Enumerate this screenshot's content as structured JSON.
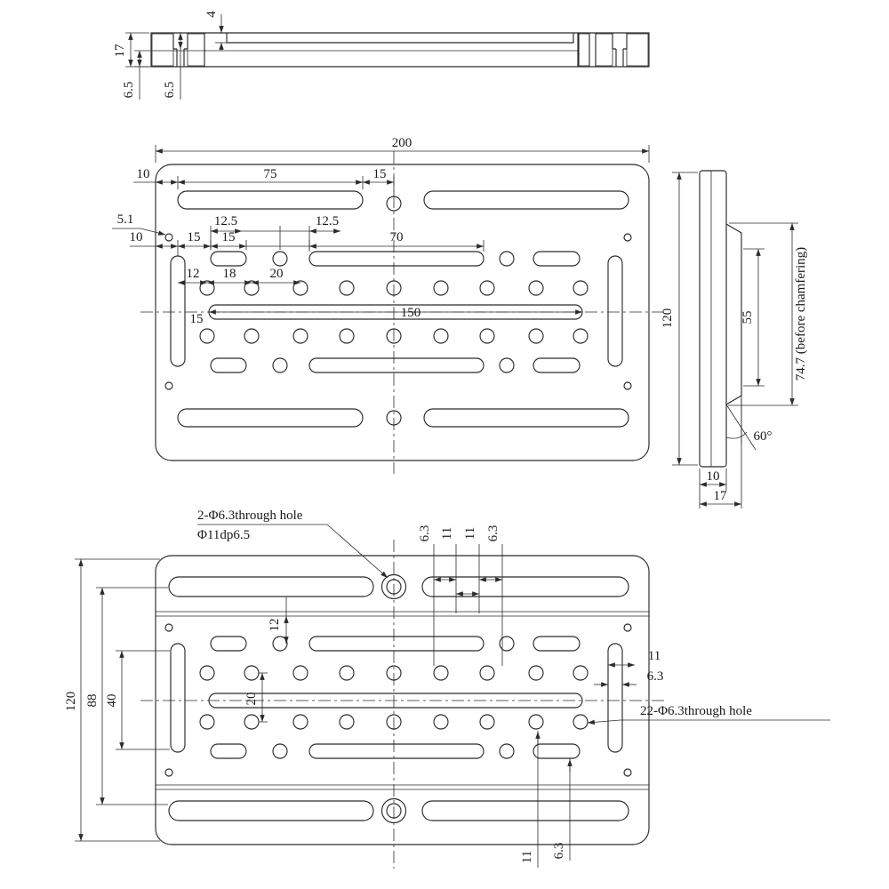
{
  "drawing": {
    "kind": "mechanical-plate-drawing",
    "colors": {
      "background": "#ffffff",
      "line": "#2b2b2b",
      "text": "#1a1a1a"
    }
  },
  "dims": {
    "section": {
      "step": "4",
      "thickness": "17",
      "depth_left": "6.5",
      "depth_right": "6.5"
    },
    "plan": {
      "width": "200",
      "edge_offset": "10",
      "slot_length": "75",
      "slot_to_center": "15",
      "corner_hole": "5.1",
      "offset_left": "12.5",
      "offset_right": "12.5",
      "edge_offset2": "10",
      "pitch1": "15",
      "pitch2": "15",
      "mid_slot": "70",
      "hole_offset": "12",
      "pitch3": "18",
      "pitch4": "20",
      "long_slot": "150",
      "row_offset": "15"
    },
    "side": {
      "height": "120",
      "boss": "55",
      "chamfer_ref": "74.7 (before chamfering)",
      "angle": "60°",
      "body": "10",
      "total": "17"
    },
    "bottom": {
      "cb_note_1": "2-Φ6.3through hole",
      "cb_note_2": "Φ11dp6.5",
      "top1": "6.3",
      "top2": "11",
      "top3": "11",
      "top4": "6.3",
      "height": "120",
      "span": "88",
      "slot_span": "40",
      "band_offset": "12",
      "row_pitch": "20",
      "right1": "11",
      "right2": "6.3",
      "holes_note": "22-Φ6.3through hole",
      "bot1": "11",
      "bot2": "6.3"
    }
  }
}
